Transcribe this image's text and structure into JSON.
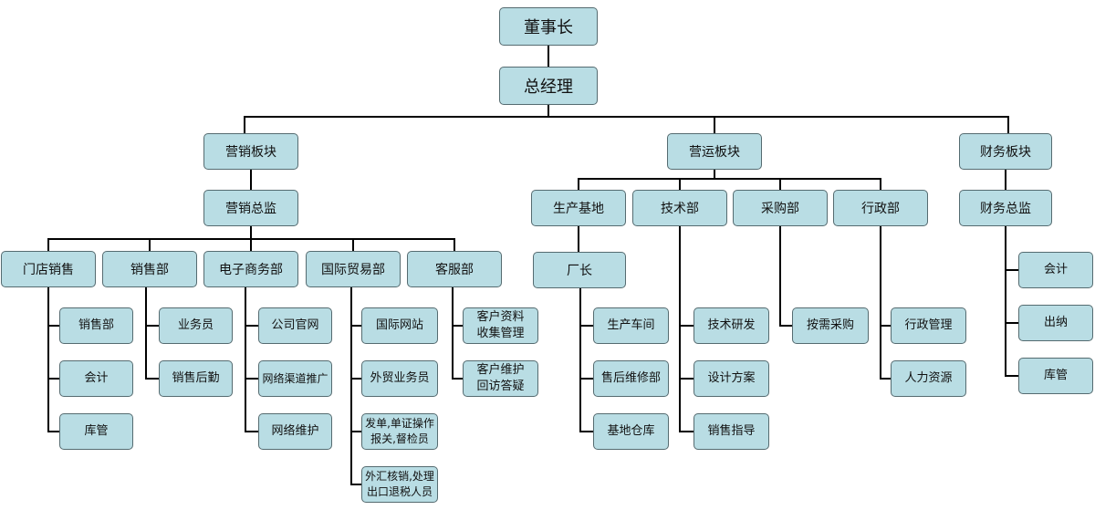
{
  "colors": {
    "box_fill": "#b9dde4",
    "box_border": "#556b70",
    "line": "#000000"
  },
  "org": {
    "chairman": "董事长",
    "gm": "总经理",
    "marketing": {
      "label": "营销板块",
      "director": "营销总监",
      "depts": [
        {
          "label": "门店销售",
          "items": [
            "销售部",
            "会计",
            "库管"
          ]
        },
        {
          "label": "销售部",
          "items": [
            "业务员",
            "销售后勤"
          ]
        },
        {
          "label": "电子商务部",
          "items": [
            "公司官网",
            "网络渠道推广",
            "网络维护"
          ]
        },
        {
          "label": "国际贸易部",
          "items": [
            "国际网站",
            "外贸业务员",
            "发单,单证操作\n报关,督检员",
            "外汇核销,处理\n出口退税人员"
          ]
        },
        {
          "label": "客服部",
          "items": [
            "客户资料\n收集管理",
            "客户维护\n回访答疑"
          ]
        }
      ]
    },
    "operations": {
      "label": "营运板块",
      "depts": [
        {
          "label": "生产基地",
          "sub": "厂长",
          "items": [
            "生产车间",
            "售后维修部",
            "基地仓库"
          ]
        },
        {
          "label": "技术部",
          "items": [
            "技术研发",
            "设计方案",
            "销售指导"
          ]
        },
        {
          "label": "采购部",
          "items": [
            "按需采购"
          ]
        },
        {
          "label": "行政部",
          "items": [
            "行政管理",
            "人力资源"
          ]
        }
      ]
    },
    "finance": {
      "label": "财务板块",
      "director": "财务总监",
      "items": [
        "会计",
        "出纳",
        "库管"
      ]
    }
  }
}
